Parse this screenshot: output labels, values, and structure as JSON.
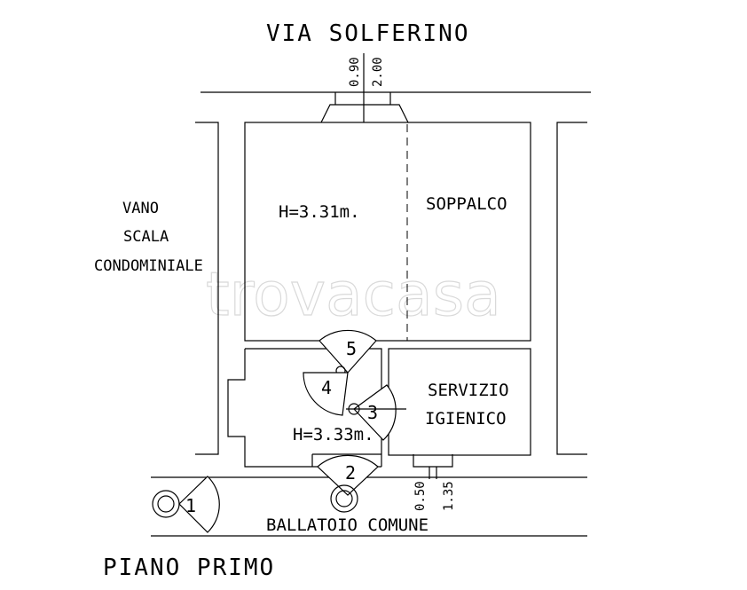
{
  "street_label": "VIA SOLFERINO",
  "floor_label": "PIANO PRIMO",
  "corridor_label": "BALLATOIO COMUNE",
  "stair_label": [
    "VANO",
    "SCALA",
    "CONDOMINIALE"
  ],
  "room_main_height": "H=3.31m.",
  "room_lower_height": "H=3.33m.",
  "loft_label": "SOPPALCO",
  "bathroom_label": [
    "SERVIZIO",
    "IGIENICO"
  ],
  "window_top_dims": [
    "0.90",
    "2.00"
  ],
  "window_bottom_dims": [
    "0.50",
    "1.35"
  ],
  "view_markers": [
    "1",
    "2",
    "3",
    "4",
    "5"
  ],
  "watermark": "trovacasa"
}
